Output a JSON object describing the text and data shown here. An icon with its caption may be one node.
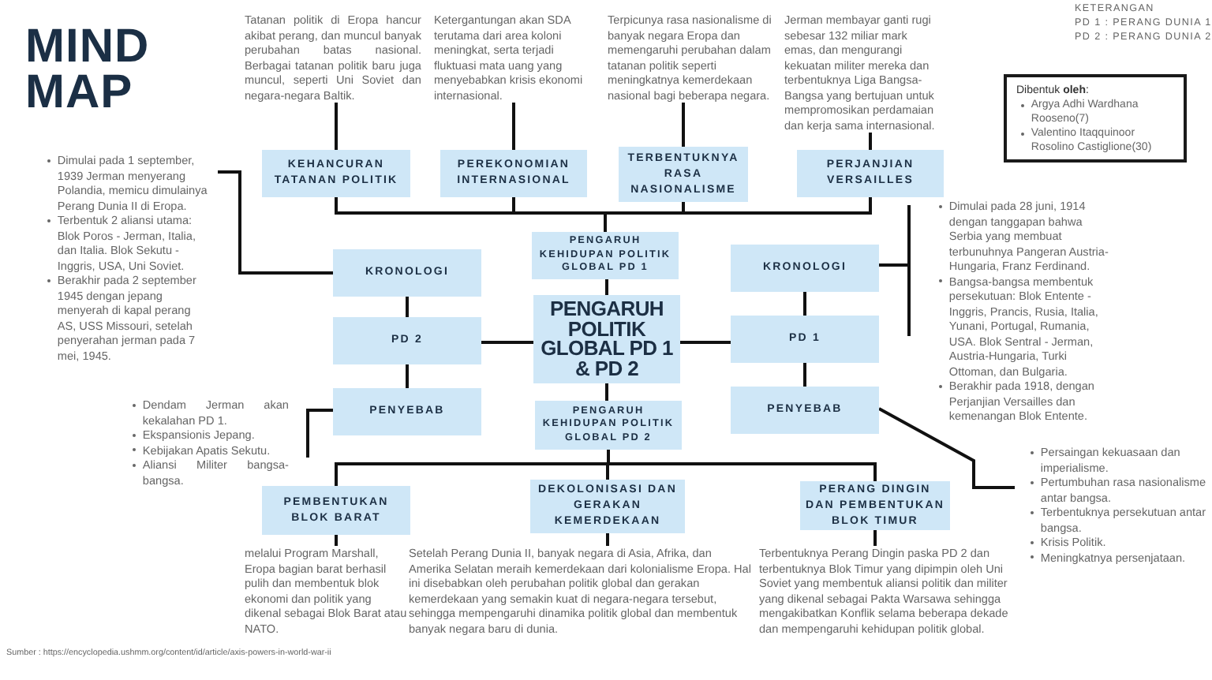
{
  "diagram": {
    "title": "MIND MAP",
    "nodes": [
      {
        "text": [
          "Tatanan politik di Eropa hancur akibat perang, dan muncul banyak perubahan batas nasional. Berbagai tatanan politik baru juga muncul, seperti Uni Soviet dan negara-negara Baltik."
        ]
      },
      {
        "text": [
          "Ketergantungan akan SDA terutama dari area koloni meningkat, serta terjadi fluktuasi mata uang yang menyebabkan krisis ekonomi internasional."
        ]
      },
      {
        "text": [
          "Terpicunya rasa nasionalisme di banyak negara Eropa dan memengaruhi perubahan dalam tatanan politik seperti meningkatnya kemerdekaan nasional bagi beberapa negara."
        ]
      },
      {
        "text": [
          "Jerman membayar ganti rugi sebesar 132 miliar mark emas, dan mengurangi kekuatan militer mereka dan terbentuknya Liga Bangsa-Bangsa yang bertujuan untuk mempromosikan perdamaian dan kerja sama internasional."
        ]
      },
      {
        "text": [
          "KEHANCURAN TATANAN POLITIK"
        ]
      },
      {
        "text": [
          "PEREKONOMIAN INTERNASIONAL"
        ]
      },
      {
        "text": [
          "TERBENTUKNYA RASA NASIONALISME"
        ]
      },
      {
        "text": [
          "PERJANJIAN VERSAILLES"
        ]
      },
      {
        "text": [
          "Dimulai pada 1 september, 1939 Jerman menyerang Polandia, memicu dimulainya Perang Dunia II di Eropa.",
          "Terbentuk 2 aliansi utama: Blok Poros - Jerman, Italia, dan Italia. Blok Sekutu - Inggris, USA, Uni Soviet.",
          "Berakhir pada 2 september 1945 dengan jepang menyerah di kapal perang AS, USS Missouri, setelah penyerahan jerman pada 7 mei, 1945."
        ]
      },
      {
        "text": [
          "PENGARUH KEHIDUPAN POLITIK GLOBAL PD 1"
        ]
      },
      {
        "text": [
          "KRONOLOGI"
        ]
      },
      {
        "text": [
          "KRONOLOGI"
        ]
      },
      {
        "text": [
          "Dimulai pada 28 juni, 1914 dengan tanggapan bahwa Serbia yang membuat terbunuhnya Pangeran Austria-Hungaria, Franz Ferdinand.",
          "Bangsa-bangsa membentuk persekutuan: Blok Entente - Inggris, Prancis, Rusia, Italia, Yunani, Portugal, Rumania, USA. Blok Sentral - Jerman, Austria-Hungaria, Turki Ottoman, dan Bulgaria.",
          "Berakhir pada 1918, dengan Perjanjian Versailles dan kemenangan Blok Entente."
        ]
      },
      {
        "text": [
          "PENGARUH POLITIK GLOBAL PD 1 & PD 2"
        ]
      },
      {
        "text": [
          "PD 2"
        ]
      },
      {
        "text": [
          "PD 1"
        ]
      },
      {
        "text": [
          "PENYEBAB"
        ]
      },
      {
        "text": [
          "Dendam Jerman akan kekalahan PD 1.",
          "Ekspansionis Jepang.",
          "Kebijakan Apatis Sekutu.",
          "Aliansi Militer bangsa-bangsa."
        ]
      },
      {
        "text": [
          "PENGARUH KEHIDUPAN POLITIK GLOBAL PD 2"
        ]
      },
      {
        "text": [
          "PENYEBAB"
        ]
      },
      {
        "text": [
          "Persaingan kekuasaan dan imperialisme.",
          "Pertumbuhan rasa nasionalisme antar bangsa.",
          "Terbentuknya persekutuan antar bangsa.",
          "Krisis Politik.",
          "Meningkatnya persenjataan."
        ]
      },
      {
        "text": [
          "PEMBENTUKAN BLOK BARAT"
        ]
      },
      {
        "text": [
          "DEKOLONISASI DAN GERAKAN KEMERDEKAAN"
        ]
      },
      {
        "text": [
          "PERANG DINGIN DAN PEMBENTUKAN BLOK TIMUR"
        ]
      },
      {
        "text": [
          "melalui Program Marshall, Eropa bagian barat berhasil pulih dan membentuk blok ekonomi dan politik yang dikenal sebagai Blok Barat atau NATO."
        ]
      },
      {
        "text": [
          "Setelah Perang Dunia II, banyak negara di Asia, Afrika, dan Amerika Selatan meraih kemerdekaan dari kolonialisme Eropa. Hal ini disebabkan oleh perubahan politik global dan gerakan kemerdekaan yang semakin kuat di negara-negara tersebut, sehingga mempengaruhi dinamika politik global dan membentuk banyak negara baru di dunia."
        ]
      },
      {
        "text": [
          "Terbentuknya Perang Dingin paska PD 2 dan terbentuknya Blok Timur yang dipimpin oleh Uni Soviet yang membentuk aliansi politik dan militer yang dikenal sebagai Pakta Warsawa sehingga mengakibatkan Konflik selama beberapa dekade dan mempengaruhi kehidupan politik global."
        ]
      },
      {
        "text": [
          "Dibentuk **oleh**:",
          "Argya Adhi Wardhana Rooseno(7)",
          "Valentino Itaqquinoor Rosolino Castiglione(30)"
        ]
      }
    ],
    "edges": [
      {
        "from": 4,
        "to": 0,
        "arrow": "none"
      },
      {
        "from": 5,
        "to": 1,
        "arrow": "none"
      },
      {
        "from": 6,
        "to": 2,
        "arrow": "none"
      },
      {
        "from": 7,
        "to": 3,
        "arrow": "none"
      },
      {
        "from": 9,
        "to": 4,
        "arrow": "none"
      },
      {
        "from": 9,
        "to": 5,
        "arrow": "none"
      },
      {
        "from": 9,
        "to": 6,
        "arrow": "none"
      },
      {
        "from": 9,
        "to": 7,
        "arrow": "none"
      },
      {
        "from": 13,
        "to": 14,
        "arrow": "none"
      },
      {
        "from": 13,
        "to": 15,
        "arrow": "none"
      },
      {
        "from": 14,
        "to": 10,
        "arrow": "none"
      },
      {
        "from": 14,
        "to": 16,
        "arrow": "none"
      },
      {
        "from": 15,
        "to": 11,
        "arrow": "none"
      },
      {
        "from": 15,
        "to": 19,
        "arrow": "none"
      },
      {
        "from": 10,
        "to": 8,
        "arrow": "none"
      },
      {
        "from": 11,
        "to": 12,
        "arrow": "none"
      },
      {
        "from": 16,
        "to": 17,
        "arrow": "none"
      },
      {
        "from": 19,
        "to": 20,
        "arrow": "none"
      },
      {
        "from": 18,
        "to": 21,
        "arrow": "none"
      },
      {
        "from": 18,
        "to": 22,
        "arrow": "none"
      },
      {
        "from": 18,
        "to": 23,
        "arrow": "none"
      },
      {
        "from": 21,
        "to": 24,
        "arrow": "none"
      },
      {
        "from": 22,
        "to": 25,
        "arrow": "none"
      },
      {
        "from": 23,
        "to": 26,
        "arrow": "none"
      },
      {
        "from": 13,
        "to": 9,
        "arrow": "none"
      },
      {
        "from": 13,
        "to": 18,
        "arrow": "none"
      }
    ],
    "labels": [
      "KETERANGAN",
      "PD 1 : PERANG DUNIA 1",
      "PD 2 : PERANG DUNIA 2",
      "Sumber : https://encyclopedia.ushmm.org/content/id/article/axis-powers-in-world-war-ii"
    ]
  }
}
